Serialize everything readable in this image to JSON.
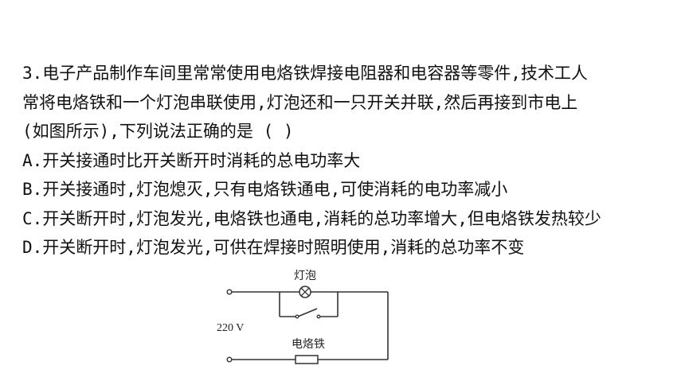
{
  "question": {
    "stem_line1": "3.电子产品制作车间里常常使用电烙铁焊接电阻器和电容器等零件,技术工人",
    "stem_line2": "常将电烙铁和一个灯泡串联使用,灯泡还和一只开关并联,然后再接到市电上",
    "stem_line3": "(如图所示),下列说法正确的是 (    )",
    "options": [
      "A.开关接通时比开关断开时消耗的总电功率大",
      "B.开关接通时,灯泡熄灭,只有电烙铁通电,可使消耗的电功率减小",
      "C.开关断开时,灯泡发光,电烙铁也通电,消耗的总功率增大,但电烙铁发热较少",
      "D.开关断开时,灯泡发光,可供在焊接时照明使用,消耗的总功率不变"
    ]
  },
  "diagram": {
    "bulb_label": "灯泡",
    "voltage_label": "220 V",
    "iron_label": "电烙铁"
  }
}
